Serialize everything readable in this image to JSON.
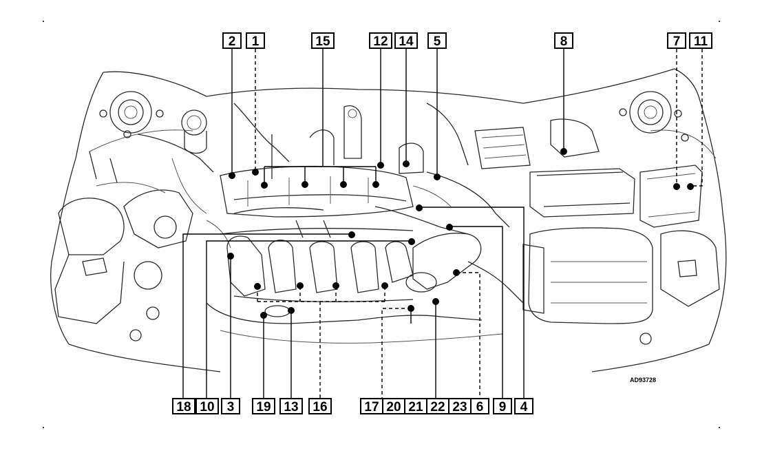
{
  "diagram": {
    "figure_code": "AD93728",
    "callouts": {
      "c1": "1",
      "c2": "2",
      "c3": "3",
      "c4": "4",
      "c5": "5",
      "c6": "6",
      "c7": "7",
      "c8": "8",
      "c9": "9",
      "c10": "10",
      "c11": "11",
      "c12": "12",
      "c13": "13",
      "c14": "14",
      "c15": "15",
      "c16": "16",
      "c17": "17",
      "c18": "18",
      "c19": "19",
      "c20": "20",
      "c21": "21",
      "c22": "22",
      "c23": "23"
    }
  }
}
